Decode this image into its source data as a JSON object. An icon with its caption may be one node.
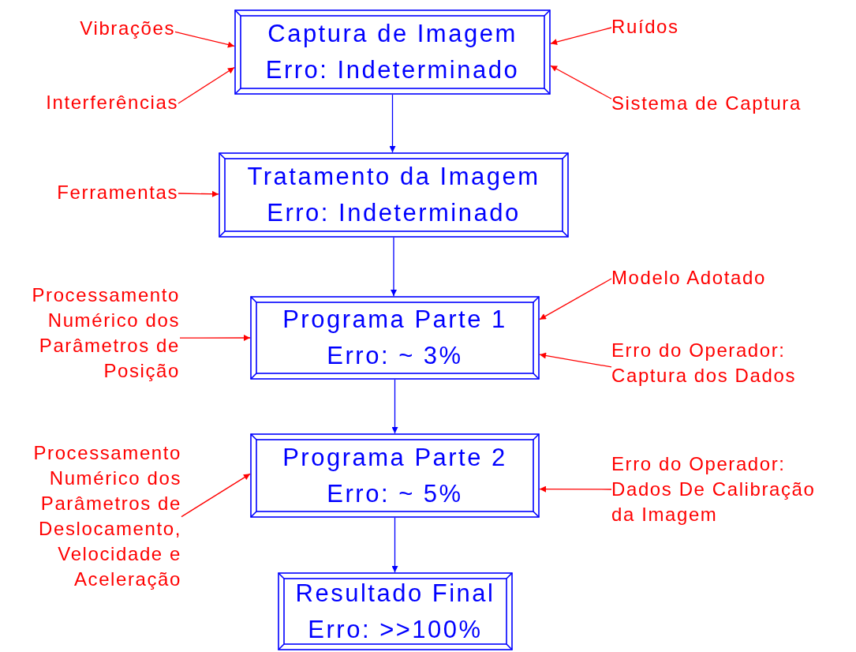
{
  "diagram": {
    "nodes": [
      {
        "text": [
          "Captura de Imagem",
          "Erro: Indeterminado"
        ]
      },
      {
        "text": [
          "Tratamento da Imagem",
          "Erro: Indeterminado"
        ]
      },
      {
        "text": [
          "Programa Parte 1",
          "Erro: ~ 3%"
        ]
      },
      {
        "text": [
          "Programa Parte 2",
          "Erro: ~ 5%"
        ]
      },
      {
        "text": [
          "Resultado Final",
          "Erro: >>100%"
        ]
      },
      {
        "text": [
          "Vibrações"
        ]
      },
      {
        "text": [
          "Interferências"
        ]
      },
      {
        "text": [
          "Ruídos"
        ]
      },
      {
        "text": [
          "Sistema de Captura"
        ]
      },
      {
        "text": [
          "Ferramentas"
        ]
      },
      {
        "text": [
          "Processamento Numérico dos Parâmetros de Posição"
        ]
      },
      {
        "text": [
          "Modelo Adotado"
        ]
      },
      {
        "text": [
          "Erro do Operador: Captura dos Dados"
        ]
      },
      {
        "text": [
          "Processamento Numérico dos Parâmetros de Deslocamento, Velocidade e Aceleração"
        ]
      },
      {
        "text": [
          "Erro do Operador: Dados De Calibração da Imagem"
        ]
      }
    ],
    "edges": [
      {
        "from": 0,
        "to": 1,
        "arrow": "to",
        "color": "#0000ff"
      },
      {
        "from": 1,
        "to": 2,
        "arrow": "to",
        "color": "#0000ff"
      },
      {
        "from": 2,
        "to": 3,
        "arrow": "to",
        "color": "#0000ff"
      },
      {
        "from": 3,
        "to": 4,
        "arrow": "to",
        "color": "#0000ff"
      },
      {
        "from": 5,
        "to": 0,
        "arrow": "to"
      },
      {
        "from": 6,
        "to": 0,
        "arrow": "to"
      },
      {
        "from": 7,
        "to": 0,
        "arrow": "to"
      },
      {
        "from": 8,
        "to": 0,
        "arrow": "to"
      },
      {
        "from": 9,
        "to": 1,
        "arrow": "to"
      },
      {
        "from": 10,
        "to": 2,
        "arrow": "to"
      },
      {
        "from": 11,
        "to": 2,
        "arrow": "to"
      },
      {
        "from": 12,
        "to": 2,
        "arrow": "to"
      },
      {
        "from": 13,
        "to": 3,
        "arrow": "to"
      },
      {
        "from": 14,
        "to": 3,
        "arrow": "to"
      }
    ]
  }
}
